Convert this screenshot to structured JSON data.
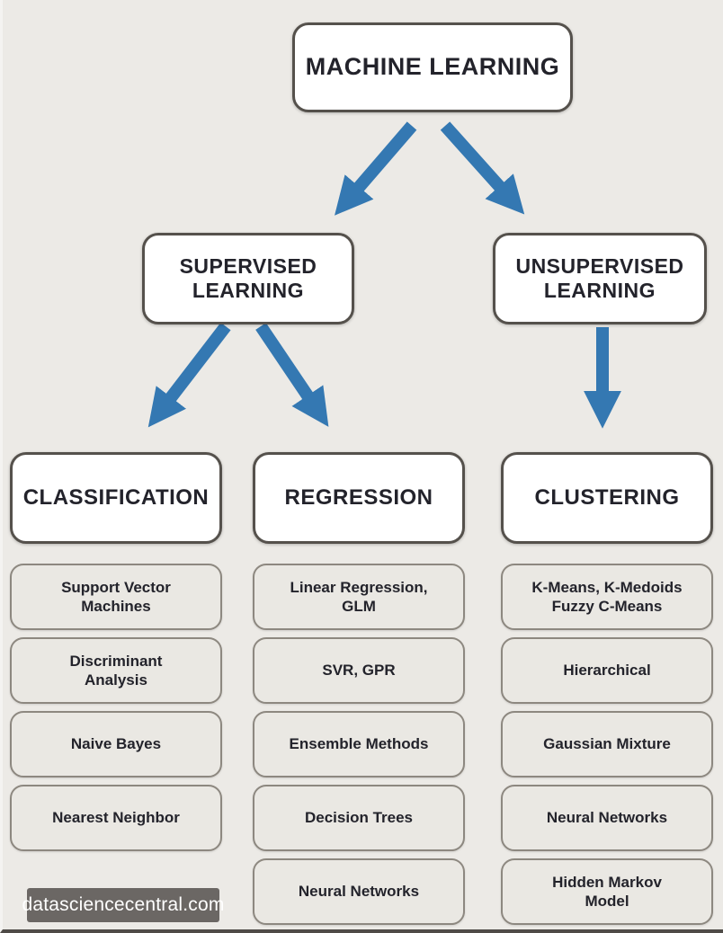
{
  "colors": {
    "accent_blue": "#3478B2",
    "background": "#ECEAE6",
    "box_border_dark": "#55514C",
    "leaf_border": "#8D8880",
    "leaf_fill": "#EAE8E3",
    "badge_bg": "#6B6764",
    "text": "#23232B"
  },
  "tree": {
    "root": {
      "label": "MACHINE LEARNING"
    },
    "branches": [
      {
        "label": "SUPERVISED\nLEARNING"
      },
      {
        "label": "UNSUPERVISED\nLEARNING"
      }
    ],
    "categories": [
      {
        "label": "CLASSIFICATION"
      },
      {
        "label": "REGRESSION"
      },
      {
        "label": "CLUSTERING"
      }
    ],
    "methods": {
      "classification": [
        "Support Vector\nMachines",
        "Discriminant\nAnalysis",
        "Naive Bayes",
        "Nearest Neighbor"
      ],
      "regression": [
        "Linear Regression,\nGLM",
        "SVR, GPR",
        "Ensemble Methods",
        "Decision Trees",
        "Neural Networks"
      ],
      "clustering": [
        "K-Means, K-Medoids\nFuzzy C-Means",
        "Hierarchical",
        "Gaussian Mixture",
        "Neural Networks",
        "Hidden Markov\nModel"
      ]
    }
  },
  "footer": {
    "source": "datasciencecentral.com"
  }
}
